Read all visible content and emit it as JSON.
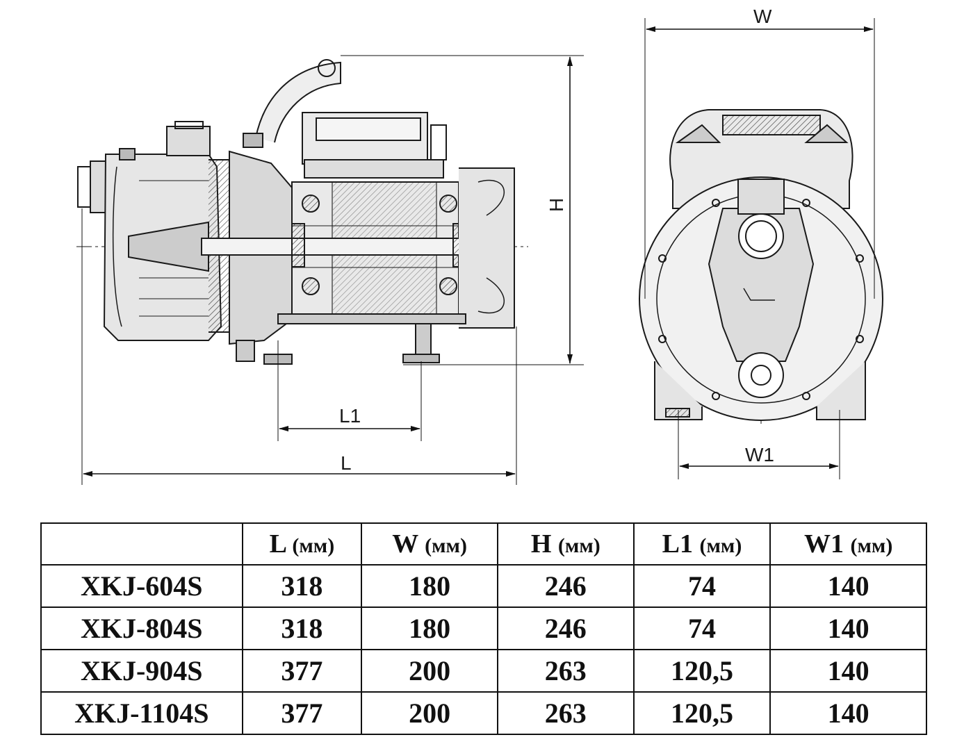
{
  "drawing": {
    "labels": {
      "w": "W",
      "h": "H",
      "l": "L",
      "l1": "L1",
      "w1": "W1"
    }
  },
  "table": {
    "headers": [
      "",
      "L (мм)",
      "W (мм)",
      "H (мм)",
      "L1 (мм)",
      "W1 (мм)"
    ],
    "header_params": [
      "",
      "L",
      "W",
      "H",
      "L1",
      "W1"
    ],
    "header_unit": "(мм)",
    "rows": [
      [
        "XKJ-604S",
        "318",
        "180",
        "246",
        "74",
        "140"
      ],
      [
        "XKJ-804S",
        "318",
        "180",
        "246",
        "74",
        "140"
      ],
      [
        "XKJ-904S",
        "377",
        "200",
        "263",
        "120,5",
        "140"
      ],
      [
        "XKJ-1104S",
        "377",
        "200",
        "263",
        "120,5",
        "140"
      ]
    ]
  }
}
